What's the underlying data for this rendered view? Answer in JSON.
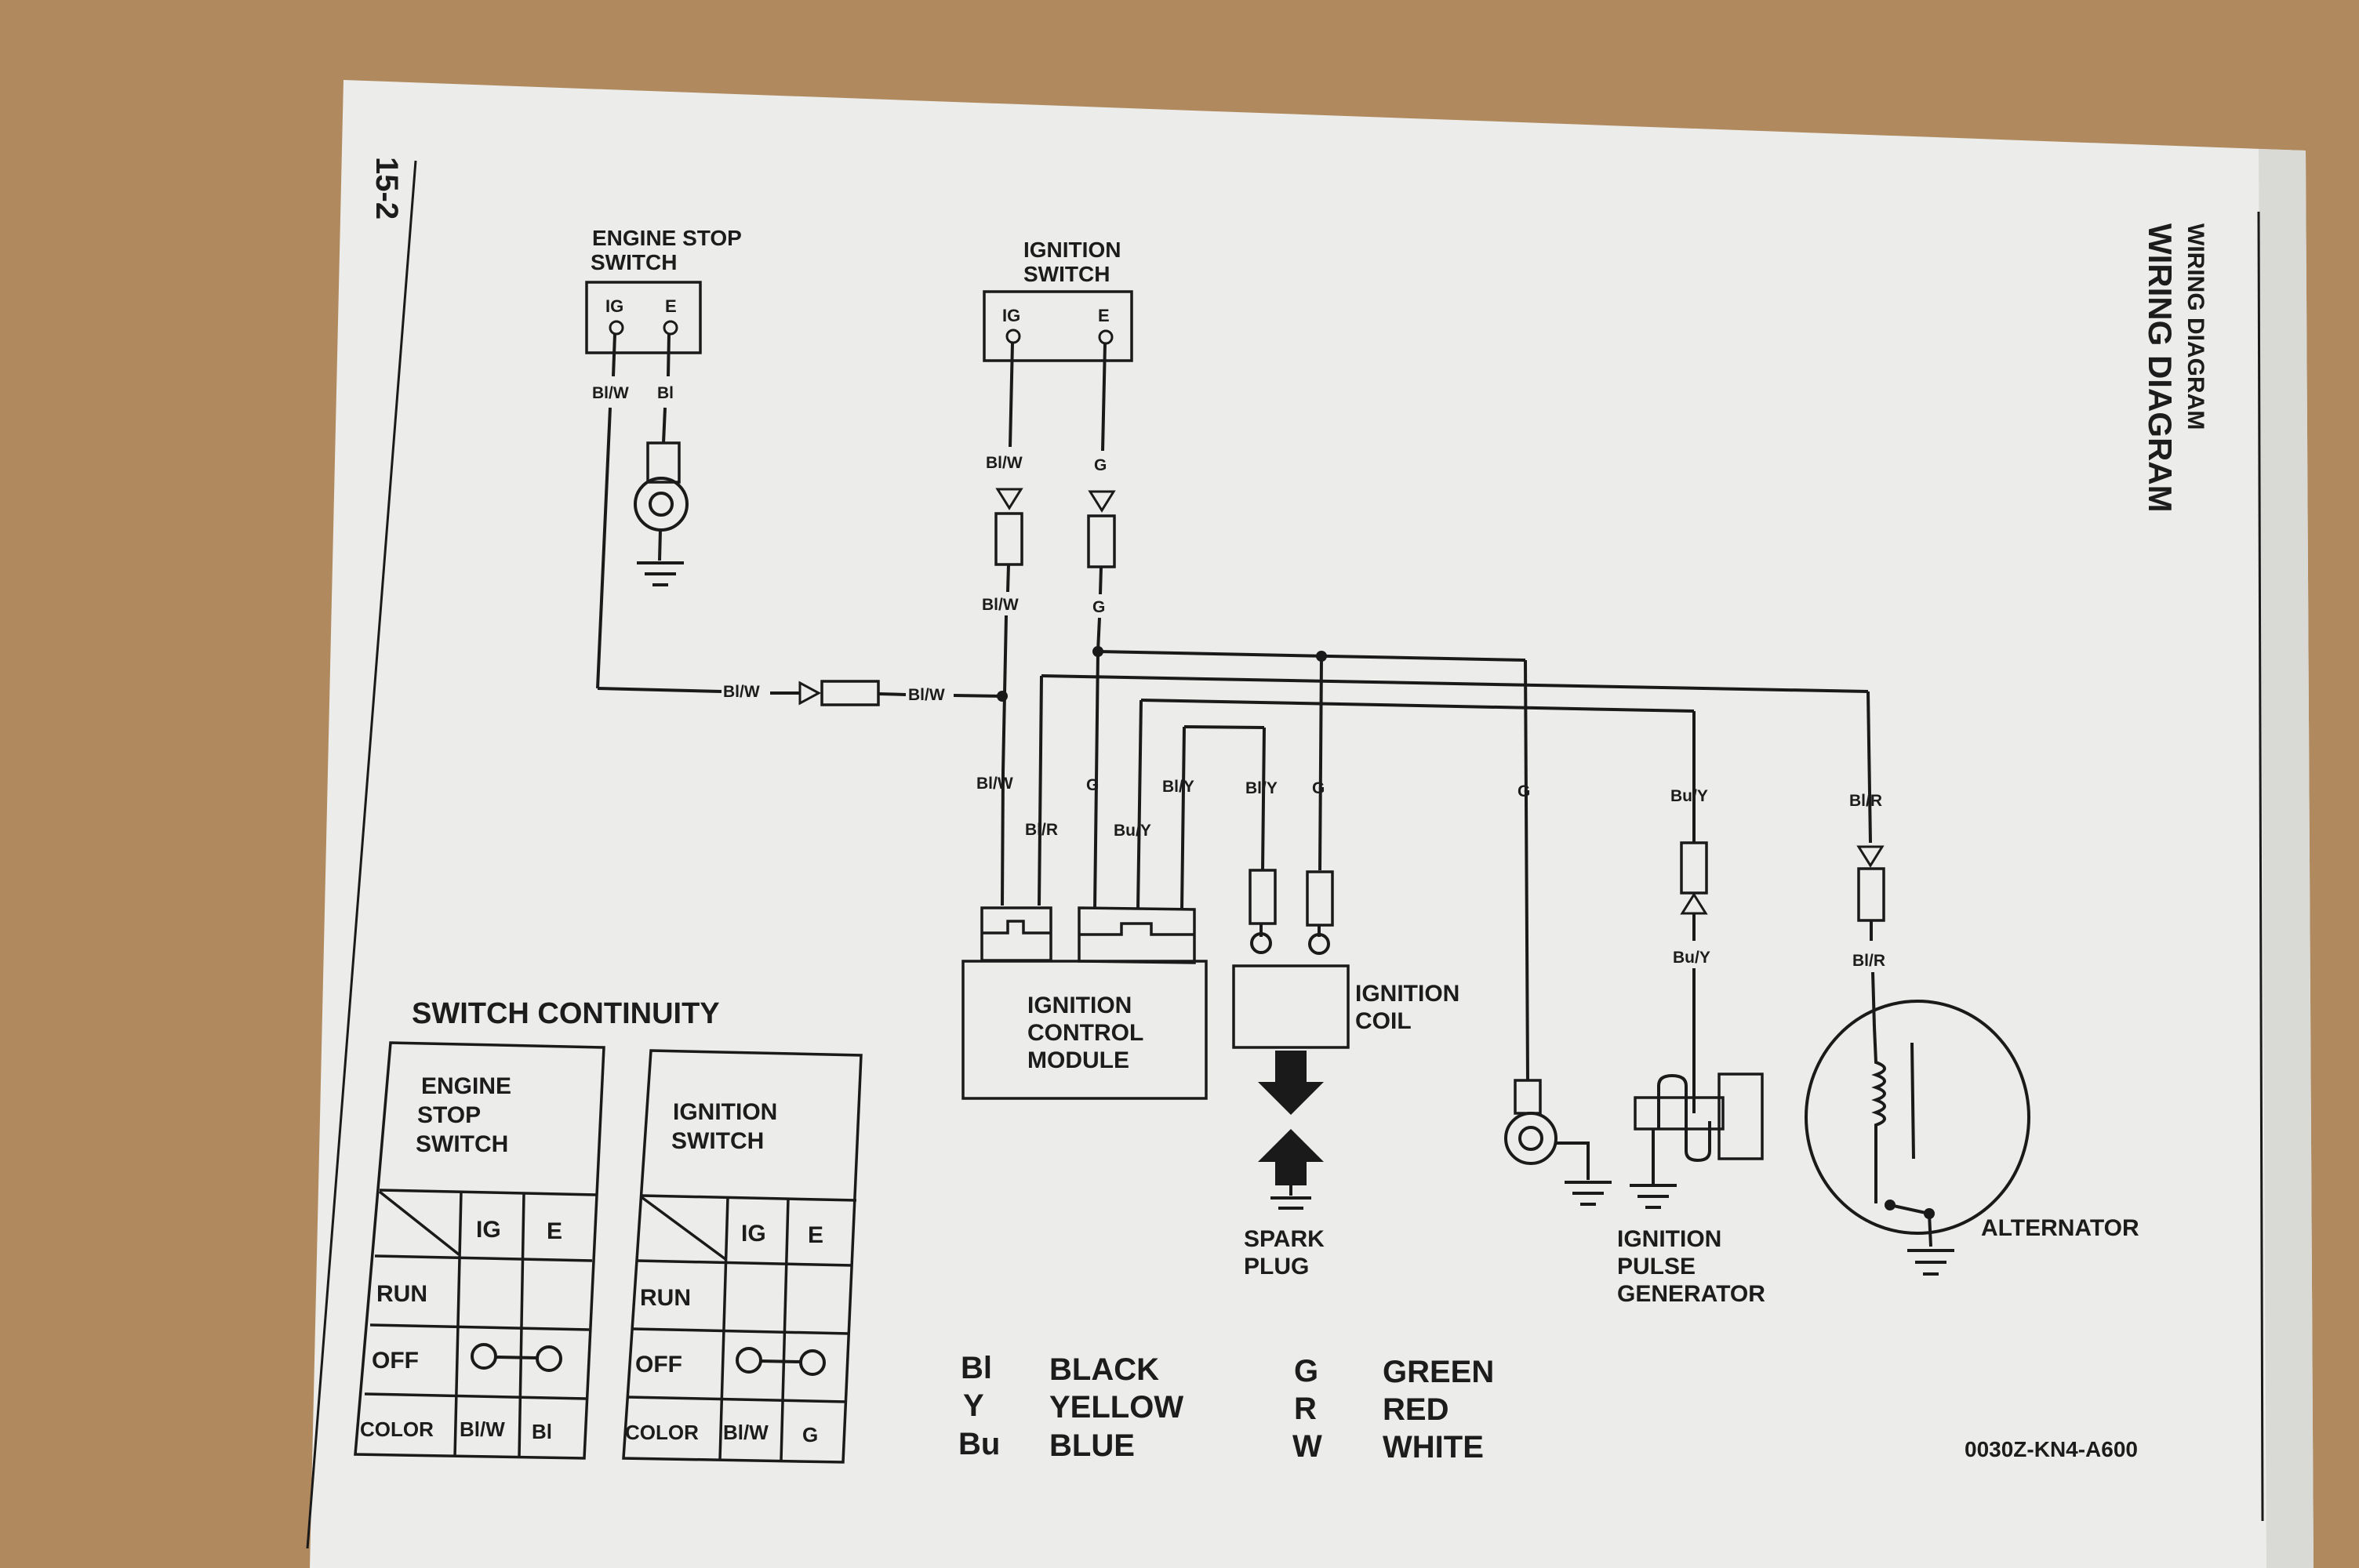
{
  "page_number": "15-2",
  "header": {
    "section": "WIRING DIAGRAM",
    "title": "WIRING DIAGRAM"
  },
  "components": {
    "engine_stop_switch": {
      "label_line1": "ENGINE STOP",
      "label_line2": "SWITCH",
      "term_ig": "IG",
      "term_e": "E",
      "wire_left": "Bl/W",
      "wire_right": "Bl"
    },
    "ignition_switch": {
      "label_line1": "IGNITION",
      "label_line2": "SWITCH",
      "term_ig": "IG",
      "term_e": "E"
    },
    "ignition_control_module": {
      "line1": "IGNITION",
      "line2": "CONTROL",
      "line3": "MODULE"
    },
    "ignition_coil": {
      "line1": "IGNITION",
      "line2": "COIL"
    },
    "spark_plug": {
      "line1": "SPARK",
      "line2": "PLUG"
    },
    "ignition_pulse_generator": {
      "line1": "IGNITION",
      "line2": "PULSE",
      "line3": "GENERATOR"
    },
    "alternator": {
      "label": "ALTERNATOR"
    }
  },
  "wire_labels": {
    "bl_w": "Bl/W",
    "g": "G",
    "bl_r": "Bl/R",
    "bu_y": "Bu/Y",
    "bl_y": "Bl/Y"
  },
  "switch_continuity": {
    "title": "SWITCH CONTINUITY",
    "engine_stop": {
      "title_line1": "ENGINE",
      "title_line2": "STOP",
      "title_line3": "SWITCH",
      "headers": [
        "IG",
        "E"
      ],
      "rows": [
        "RUN",
        "OFF",
        "COLOR"
      ],
      "colors": [
        "Bl/W",
        "Bl"
      ]
    },
    "ignition": {
      "title_line1": "IGNITION",
      "title_line2": "SWITCH",
      "headers": [
        "IG",
        "E"
      ],
      "rows": [
        "RUN",
        "OFF",
        "COLOR"
      ],
      "colors": [
        "Bl/W",
        "G"
      ]
    }
  },
  "color_legend": [
    {
      "code": "Bl",
      "name": "BLACK"
    },
    {
      "code": "Y",
      "name": "YELLOW"
    },
    {
      "code": "Bu",
      "name": "BLUE"
    },
    {
      "code": "G",
      "name": "GREEN"
    },
    {
      "code": "R",
      "name": "RED"
    },
    {
      "code": "W",
      "name": "WHITE"
    }
  ],
  "part_number": "0030Z-KN4-A600",
  "colors": {
    "cardboard": "#b08a5e",
    "paper": "#ececea",
    "ink": "#1a1a1a"
  }
}
